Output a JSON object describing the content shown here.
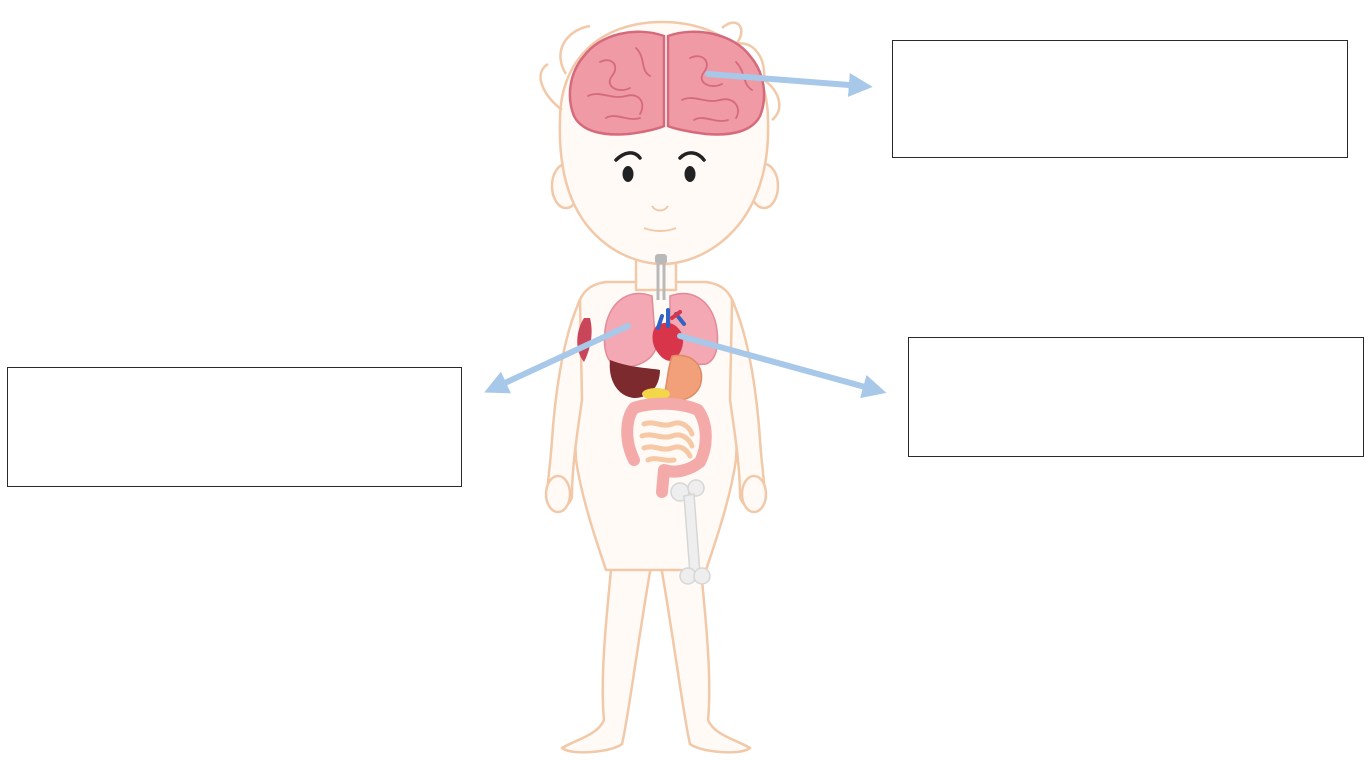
{
  "diagram": {
    "subject": "body-organs",
    "label_boxes": [
      {
        "id": "brain",
        "text": ""
      },
      {
        "id": "lungs",
        "text": ""
      },
      {
        "id": "heart",
        "text": ""
      }
    ]
  },
  "colors": {
    "skin_outline": "#f2c9a8",
    "skin_fill": "#fffaf6",
    "brain": "#ef9aa5",
    "brain_outline": "#d56a7c",
    "lungs": "#f3a8b4",
    "heart_red": "#d8344a",
    "heart_blue": "#2f63c4",
    "liver": "#7c2a2e",
    "stomach": "#f2a07a",
    "intestine": "#f4aaa8",
    "small_intestine": "#f6c8a6",
    "gallbladder": "#f3d64a",
    "bone": "#eeeeee",
    "arrow": "#a7c8e8",
    "box_border": "#2a2a2a"
  }
}
